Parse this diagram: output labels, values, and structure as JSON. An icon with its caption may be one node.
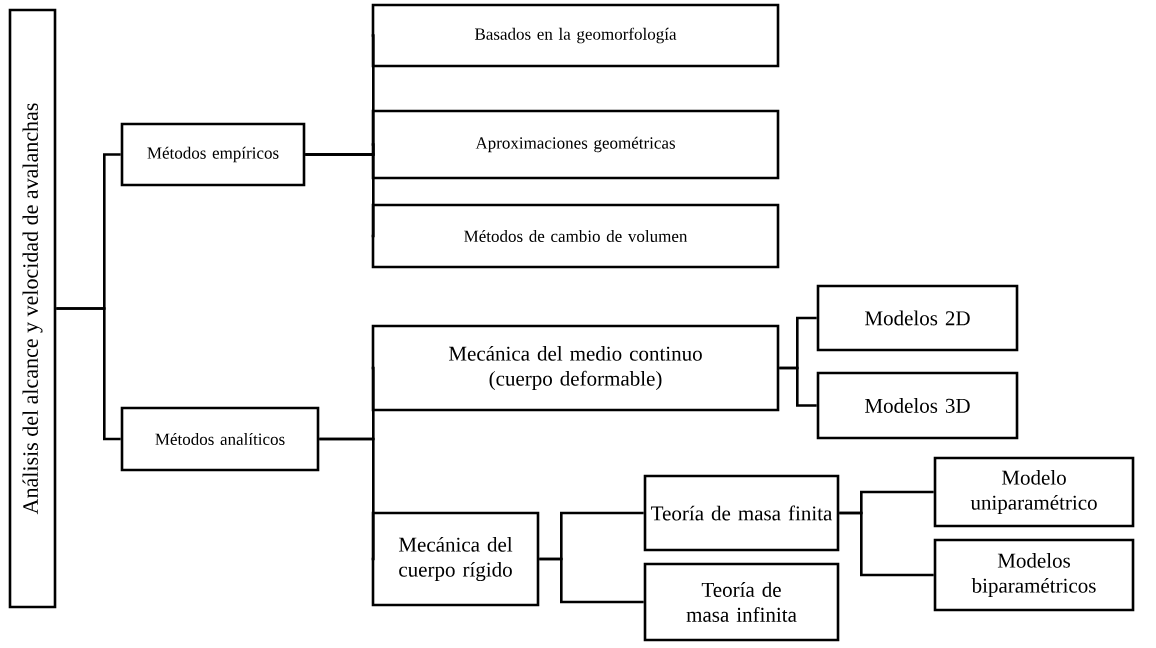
{
  "diagram": {
    "nodes": [
      {
        "text": [
          "Análisis del alcance y velocidad de avalanchas"
        ]
      },
      {
        "text": [
          "Métodos empíricos"
        ]
      },
      {
        "text": [
          "Basados en la geomorfología"
        ]
      },
      {
        "text": [
          "Aproximaciones geométricas"
        ]
      },
      {
        "text": [
          "Métodos de cambio de volumen"
        ]
      },
      {
        "text": [
          "Métodos analíticos"
        ]
      },
      {
        "text": [
          "Mecánica del medio continuo (cuerpo deformable)"
        ]
      },
      {
        "text": [
          "Modelos 2D"
        ]
      },
      {
        "text": [
          "Modelos 3D"
        ]
      },
      {
        "text": [
          "Mecánica del cuerpo rígido"
        ]
      },
      {
        "text": [
          "Teoría de masa finita"
        ]
      },
      {
        "text": [
          "Teoría de masa infinita"
        ]
      },
      {
        "text": [
          "Modelo uniparamétrico"
        ]
      },
      {
        "text": [
          "Modelos biparamétricos"
        ]
      }
    ],
    "edges": [
      {
        "from": 0,
        "to": 1,
        "arrow": "none"
      },
      {
        "from": 0,
        "to": 5,
        "arrow": "none"
      },
      {
        "from": 1,
        "to": 2,
        "arrow": "none"
      },
      {
        "from": 1,
        "to": 3,
        "arrow": "none"
      },
      {
        "from": 1,
        "to": 4,
        "arrow": "none"
      },
      {
        "from": 5,
        "to": 6,
        "arrow": "none"
      },
      {
        "from": 5,
        "to": 9,
        "arrow": "none"
      },
      {
        "from": 6,
        "to": 7,
        "arrow": "none"
      },
      {
        "from": 6,
        "to": 8,
        "arrow": "none"
      },
      {
        "from": 9,
        "to": 10,
        "arrow": "none"
      },
      {
        "from": 9,
        "to": 11,
        "arrow": "none"
      },
      {
        "from": 10,
        "to": 12,
        "arrow": "none"
      },
      {
        "from": 10,
        "to": 13,
        "arrow": "none"
      }
    ]
  }
}
